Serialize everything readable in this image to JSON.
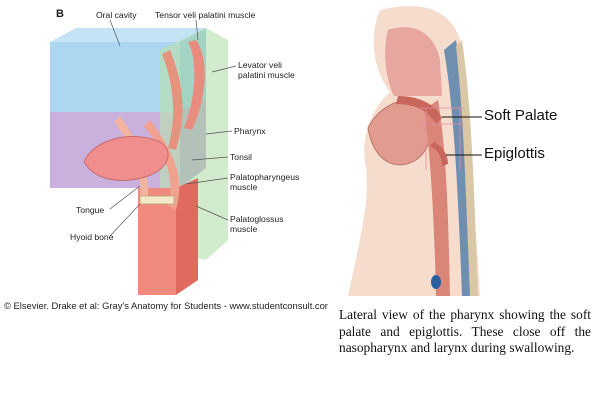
{
  "left_figure": {
    "panel_letter": "B",
    "labels": {
      "oral_cavity": "Oral cavity",
      "tensor": "Tensor veli palatini muscle",
      "levator_line1": "Levator veli",
      "levator_line2": "palatini muscle",
      "pharynx": "Pharynx",
      "tonsil": "Tonsil",
      "palatopharyngeus_line1": "Palatopharyngeus",
      "palatopharyngeus_line2": "muscle",
      "tongue": "Tongue",
      "hyoid": "Hyoid bone",
      "palatoglossus_line1": "Palatoglossus",
      "palatoglossus_line2": "muscle"
    },
    "credit": "© Elsevier. Drake et al: Gray's Anatomy for Students - www.studentconsult.cor"
  },
  "right_figure": {
    "labels": {
      "soft_palate": "Soft Palate",
      "epiglottis": "Epiglottis"
    }
  },
  "caption": "Lateral view of the pharynx showing the soft palate and epiglottis. These close off the nasopharynx and larynx during swallowing."
}
